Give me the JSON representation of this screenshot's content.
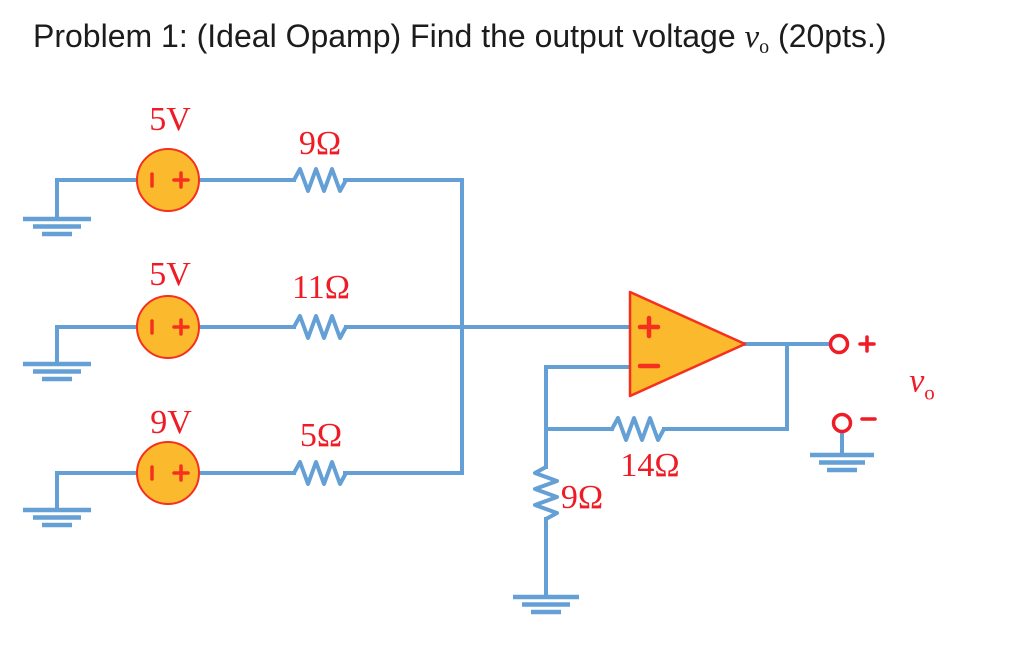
{
  "title": {
    "prefix": "Problem 1: (Ideal Opamp) Find the output voltage ",
    "variable": "v",
    "variable_subscript": "o",
    "suffix": " (20pts.)"
  },
  "colors": {
    "wire": "#649fd6",
    "component_fill": "#fbb92d",
    "component_stroke": "#f5301f",
    "label_text": "#ef1c26",
    "title_text": "#1c1c1c",
    "terminal_fill": "#ffffff",
    "background": "#ffffff"
  },
  "circuit": {
    "sources": [
      {
        "label": "5V",
        "negative_mark": "-",
        "positive_mark": "+"
      },
      {
        "label": "5V",
        "negative_mark": "-",
        "positive_mark": "+"
      },
      {
        "label": "9V",
        "negative_mark": "-",
        "positive_mark": "+"
      }
    ],
    "series_resistors": [
      {
        "label": "9Ω"
      },
      {
        "label": "11Ω"
      },
      {
        "label": "5Ω"
      }
    ],
    "feedback_resistor": {
      "label": "14Ω"
    },
    "shunt_resistor": {
      "label": "9Ω"
    },
    "opamp": {
      "noninverting_mark": "+",
      "inverting_mark": "-"
    },
    "output": {
      "positive_mark": "+",
      "negative_mark": "-",
      "variable": "v",
      "variable_subscript": "o"
    }
  }
}
